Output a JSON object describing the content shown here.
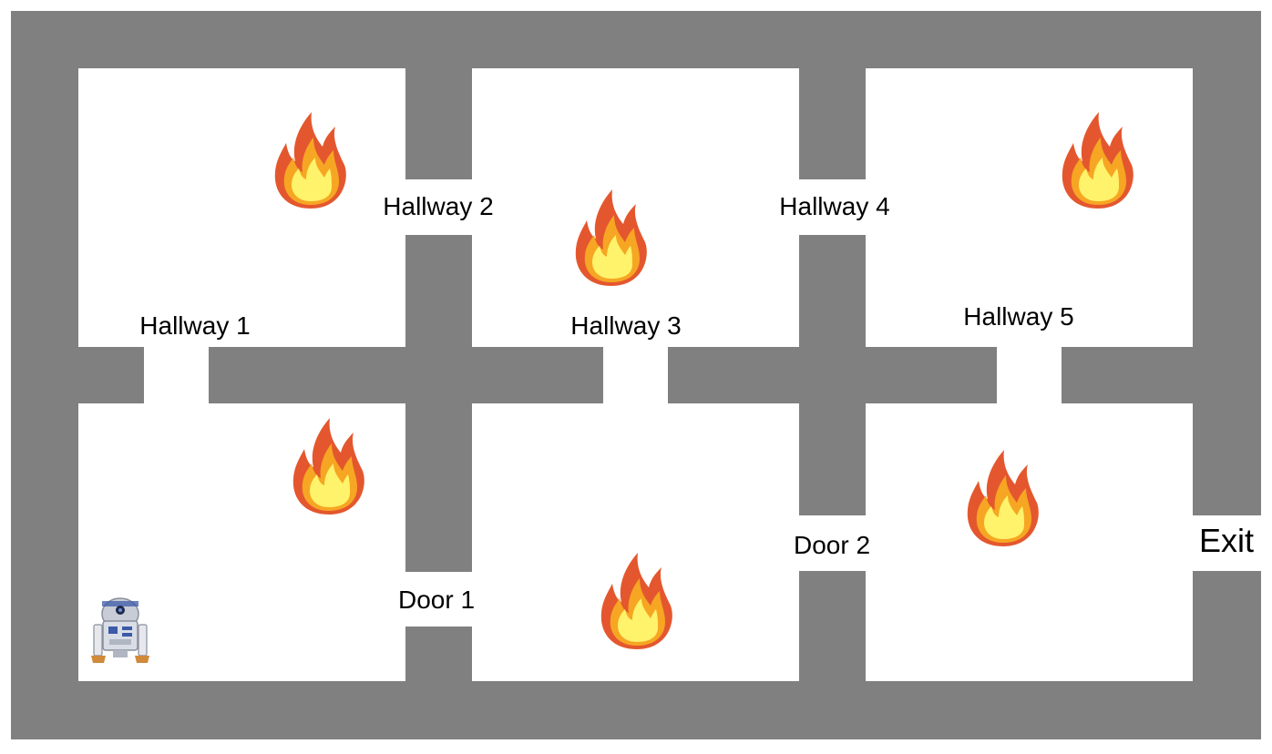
{
  "colors": {
    "wall": "#808080",
    "floor": "#ffffff",
    "text": "#000000",
    "flame_outer": "#e4572e",
    "flame_mid": "#f6a623",
    "flame_inner": "#fff36b",
    "robot_body": "#d9dde6",
    "robot_accent": "#3b5aa8"
  },
  "passages": {
    "hallway_1": "Hallway 1",
    "hallway_2": "Hallway 2",
    "hallway_3": "Hallway 3",
    "hallway_4": "Hallway 4",
    "hallway_5": "Hallway 5",
    "door_1": "Door 1",
    "door_2": "Door 2",
    "exit": "Exit"
  },
  "fires": [
    {
      "icon": "fire-icon"
    },
    {
      "icon": "fire-icon"
    },
    {
      "icon": "fire-icon"
    },
    {
      "icon": "fire-icon"
    },
    {
      "icon": "fire-icon"
    },
    {
      "icon": "fire-icon"
    }
  ],
  "robot": {
    "icon": "robot-icon"
  }
}
